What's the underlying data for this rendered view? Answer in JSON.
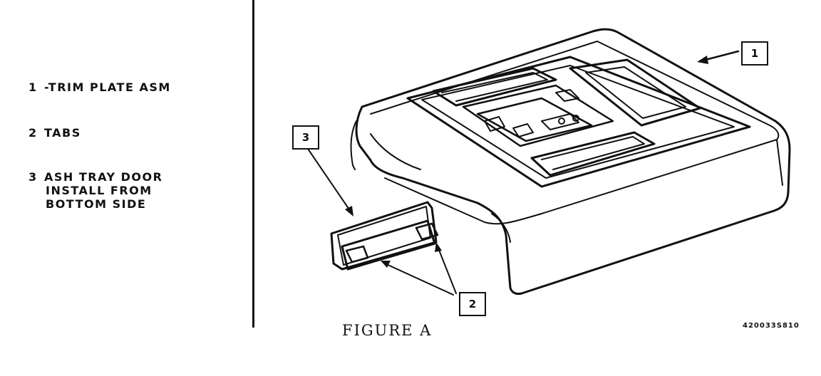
{
  "legend": {
    "items": [
      {
        "number": "1",
        "sep": "-",
        "label": "TRIM PLATE ASM",
        "continuation": []
      },
      {
        "number": "2",
        "sep": "",
        "label": "TABS",
        "continuation": []
      },
      {
        "number": "3",
        "sep": "",
        "label": "ASH TRAY DOOR",
        "continuation": [
          "INSTALL FROM",
          "BOTTOM SIDE"
        ]
      }
    ]
  },
  "callouts": {
    "c1": "1",
    "c2": "2",
    "c3": "3"
  },
  "figure_caption": "FIGURE A",
  "drawing_number": "420033S810"
}
